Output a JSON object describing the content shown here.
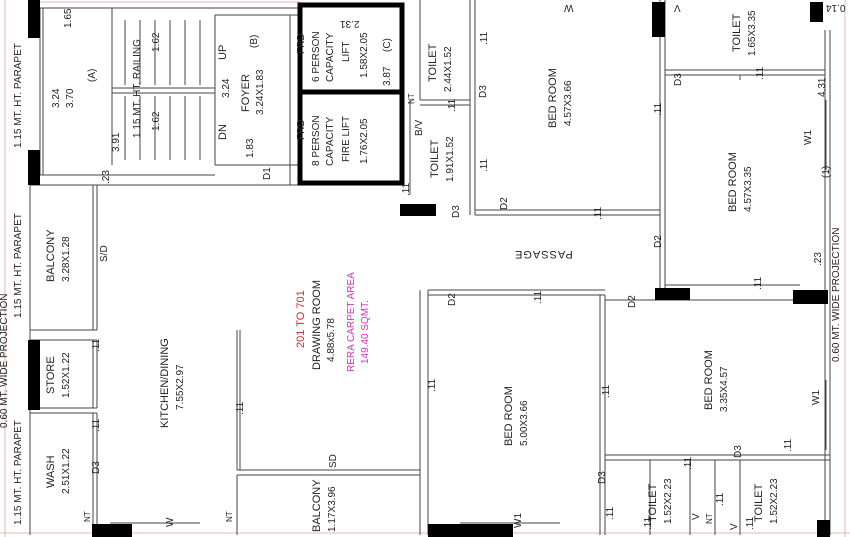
{
  "colors": {
    "wall": "#000000",
    "line": "#444444",
    "accent_red": "#d8262e",
    "accent_magenta": "#d42fc1",
    "boundary": "#e8b4b4"
  },
  "labels": {
    "parapet_top_left": "1.15 MT. HT. PARAPET",
    "parapet_mid_left": "1.15 MT. HT. PARAPET",
    "parapet_bottom_left": "1.15 MT. HT. PARAPET",
    "projection_left": "0.60 MT. WIDE PROJECTION",
    "projection_right": "0.60 MT. WIDE PROJECTION",
    "railing": "1.15 MT. HT. RAILING",
    "stair_a": "(A)",
    "stair_dims_a": "3.24",
    "stair_dims_b": "3.70",
    "stair_162_top": "1.62",
    "stair_162_bottom": "1.62",
    "stair_165": "1.65",
    "stair_391": "3.91",
    "up": "UP",
    "dn": "DN",
    "b_mark": "(B)",
    "foyer": "FOYER",
    "foyer_dims": "3.24X1.83",
    "foyer_324": "3.24",
    "foyer_183": "1.83",
    "d1": "D1",
    "lift1_frd": "FRD",
    "lift1_cap": "6 PERSON",
    "lift1_cap2": "CAPACITY",
    "lift1_name": "LIFT",
    "lift1_dims": "1.58X2.05",
    "lift_231": "2.31",
    "lift_387": "3.87",
    "lift_c": "(C)",
    "lift2_frd": "FRD",
    "lift2_cap": "8 PERSON",
    "lift2_cap2": "CAPACITY",
    "lift2_name": "FIRE LIFT",
    "lift2_dims": "1.76X2.05",
    "nt_top": "NT",
    "bv": "B/V",
    "toilet1": "TOILET",
    "toilet1_dims": "2.44X1.52",
    "toilet2": "TOILET",
    "toilet2_dims": "1.91X1.52",
    "toilet3": "TOILET",
    "toilet3_dims": "1.65X3.35",
    "toilet4": "TOILET",
    "toilet4_dims": "1.52X2.23",
    "toilet5": "TOILET",
    "toilet5_dims": "1.52X2.23",
    "bed1": "BED ROOM",
    "bed1_dims": "4.57X3.66",
    "bed2": "BED ROOM",
    "bed2_dims": "4.57X3.35",
    "bed3": "BED ROOM",
    "bed3_dims": "5.00X3.66",
    "bed4": "BED ROOM",
    "bed4_dims": "3.35X4.57",
    "passage": "PASSAGE",
    "balcony1": "BALCONY",
    "balcony1_dims": "3.28X1.28",
    "balcony2": "BALCONY",
    "balcony2_dims": "1.17X3.96",
    "store": "STORE",
    "store_dims": "1.52X1.22",
    "wash": "WASH",
    "wash_dims": "2.51X1.22",
    "kitchen": "KITCHEN/DINING",
    "kitchen_dims": "7.55X2.97",
    "flats": "201 TO 701",
    "drawing": "DRAWING ROOM",
    "drawing_dims": "4.88x5.78",
    "rera": "RERA CARPET AREA",
    "rera_val": "149.40 SQMT.",
    "sd1": "S/D",
    "sd2": "SD",
    "d2_a": "D2",
    "d2_b": "D2",
    "d2_c": "D2",
    "d2_d": "D2",
    "d3_a": "D3",
    "d3_b": "D3",
    "d3_c": "D3",
    "d3_d": "D3",
    "d3_e": "D3",
    "d3_f": "D3",
    "w_bottom": "W",
    "w1_a": "W1",
    "w1_b": "W1",
    "w1_c": "W1",
    "v_top": "V",
    "v_a": "V",
    "v_b": "V",
    "w_top": "W",
    "nt_a": "NT",
    "nt_b": "NT",
    "nt_c": "NT",
    "mark_1": "(1)",
    "dim_431": "4.31",
    "dim_014": "0.14",
    "dim_23a": ".23",
    "dim_23b": ".23",
    "dim_11": ".11"
  }
}
